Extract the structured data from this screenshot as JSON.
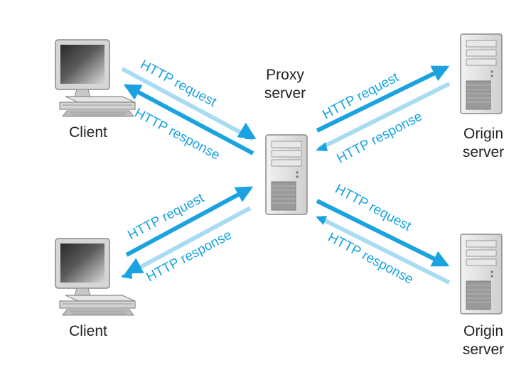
{
  "nodes": {
    "client_top": {
      "label": "Client"
    },
    "client_bottom": {
      "label": "Client"
    },
    "proxy": {
      "label_line1": "Proxy",
      "label_line2": "server"
    },
    "origin_top": {
      "label_line1": "Origin",
      "label_line2": "server"
    },
    "origin_bottom": {
      "label_line1": "Origin",
      "label_line2": "server"
    }
  },
  "links": {
    "client_top_request": "HTTP request",
    "client_top_response": "HTTP response",
    "client_bottom_request": "HTTP request",
    "client_bottom_response": "HTTP response",
    "origin_top_request": "HTTP request",
    "origin_top_response": "HTTP response",
    "origin_bottom_request": "HTTP request",
    "origin_bottom_response": "HTTP response"
  },
  "colors": {
    "arrow_bright": "#1aa3e0",
    "arrow_pale": "#a9dbf2",
    "text": "#222222"
  },
  "icons": {
    "client": "desktop-computer-icon",
    "server": "server-tower-icon"
  }
}
